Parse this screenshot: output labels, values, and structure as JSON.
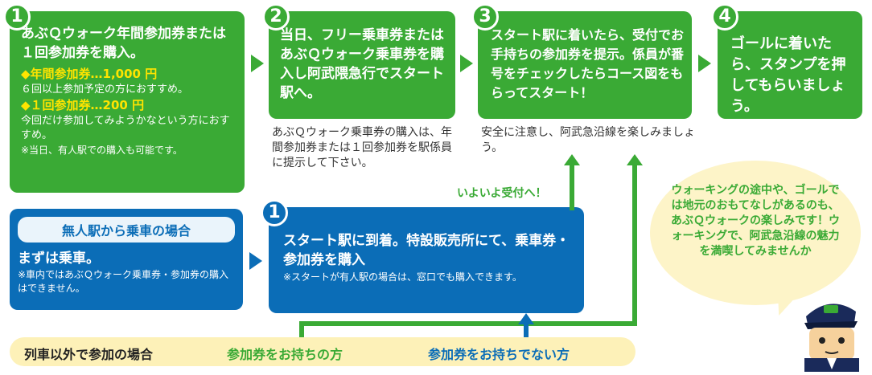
{
  "steps": [
    {
      "num": "1",
      "title": "あぶＱウォーク年間参加券または１回参加券を購入。",
      "annual_label": "◆年間参加券…1,000 円",
      "annual_desc": "６回以上参加予定の方におすすめ。",
      "single_label": "◆１回参加券…200 円",
      "single_desc": "今回だけ参加してみようかなという方におすすめ。",
      "same_day": "※当日、有人駅での購入も可能です。"
    },
    {
      "num": "2",
      "title": "当日、フリー乗車券またはあぶＱウォーク乗車券を購入し阿武隈急行でスタート駅へ。",
      "note": "あぶＱウォーク乗車券の購入は、年間参加券または１回参加券を駅係員に提示して下さい。"
    },
    {
      "num": "3",
      "title": "スタート駅に着いたら、受付でお手持ちの参加券を提示。係員が番号をチェックしたらコース図をもらってスタート！",
      "note": "安全に注意し、阿武急沿線を楽しみましょう。"
    },
    {
      "num": "4",
      "title": "ゴールに着いたら、スタンプを押してもらいましょう。"
    }
  ],
  "unmanned": {
    "header": "無人駅から乗車の場合",
    "title": "まずは乗車。",
    "note": "※車内ではあぶＱウォーク乗車券・参加券の購入はできません。"
  },
  "start_step": {
    "num": "1",
    "title": "スタート駅に到着。特設販売所にて、乗車券・参加券を購入",
    "note": "※スタートが有人駅の場合は、窓口でも購入できます。"
  },
  "reception_label": "いよいよ受付へ！",
  "bottom_bar": {
    "label": "列車以外で参加の場合",
    "with_ticket": "参加券をお持ちの方",
    "without_ticket": "参加券をお持ちでない方"
  },
  "bubble": "ウォーキングの途中や、ゴールでは地元のおもてなしがあるのも、あぶＱウォークの楽しみです！ウォーキングで、阿武急沿線の魅力を満喫してみませんか",
  "mascot_icon": "station-staff-mascot-icon",
  "colors": {
    "green": "#3aaa35",
    "blue": "#0b6db7",
    "yellow": "#ffe400",
    "bar": "#fdf1b8",
    "bubble": "#fdf4c8"
  }
}
